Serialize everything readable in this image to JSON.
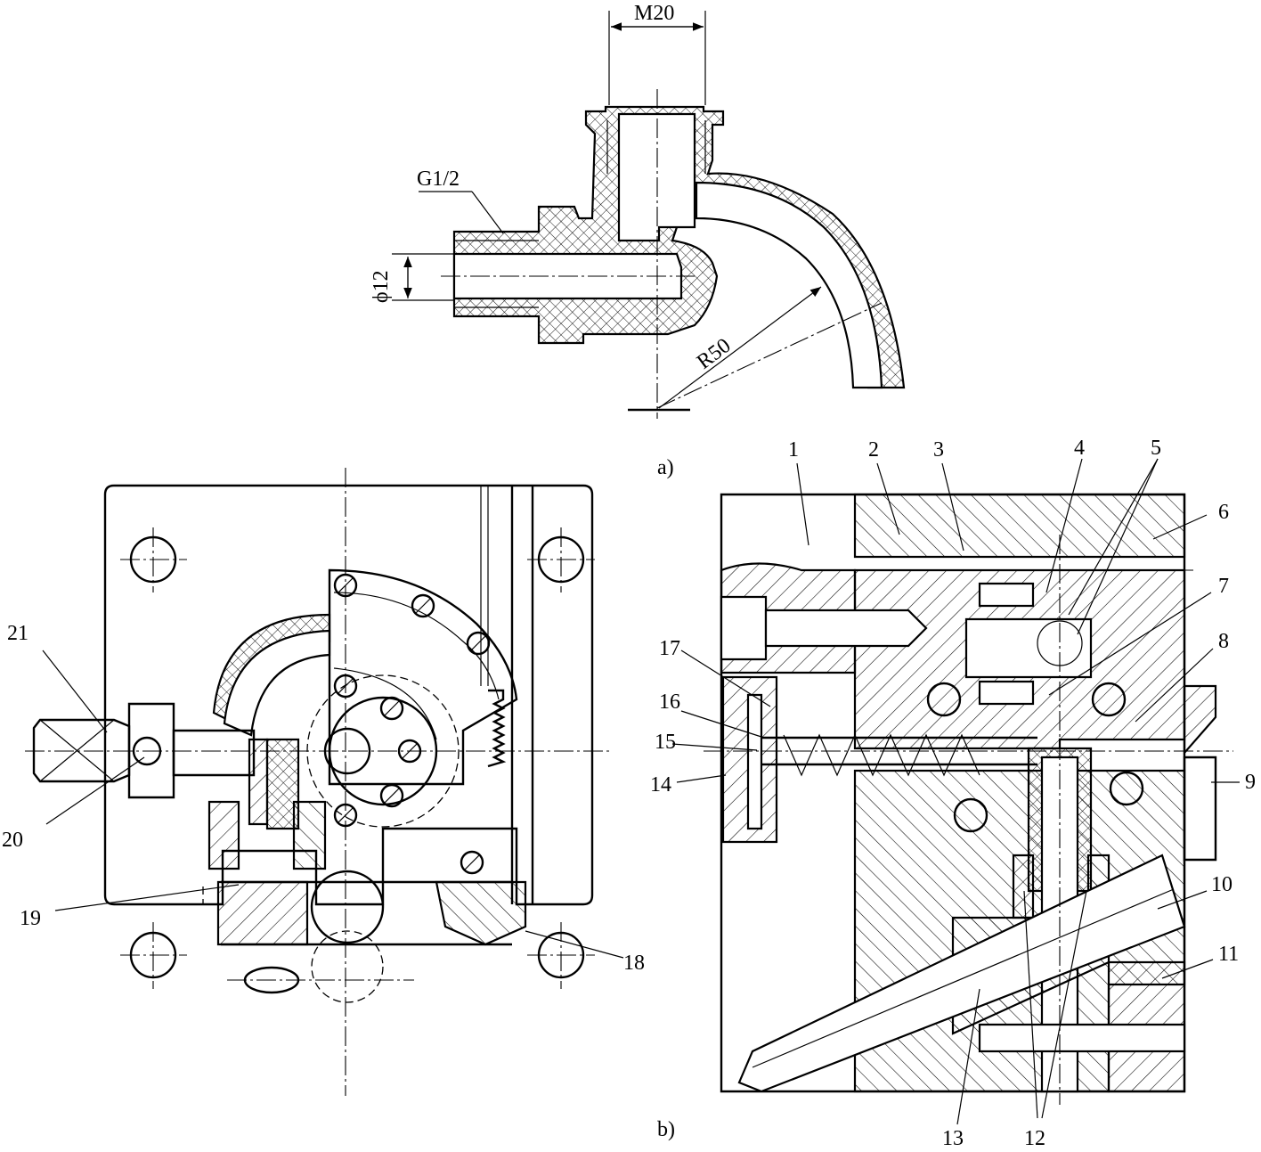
{
  "labels": {
    "fig_a": "a)",
    "fig_b": "b)",
    "dim_m20": "M20",
    "dim_g12": "G1/2",
    "dim_phi12": "ϕ12",
    "dim_r50": "R50",
    "part_1": "1",
    "part_2": "2",
    "part_3": "3",
    "part_4": "4",
    "part_5": "5",
    "part_6": "6",
    "part_7": "7",
    "part_8": "8",
    "part_9": "9",
    "part_10": "10",
    "part_11": "11",
    "part_12": "12",
    "part_13": "13",
    "part_14": "14",
    "part_15": "15",
    "part_16": "16",
    "part_17": "17",
    "part_18": "18",
    "part_19": "19",
    "part_20": "20",
    "part_21": "21"
  }
}
